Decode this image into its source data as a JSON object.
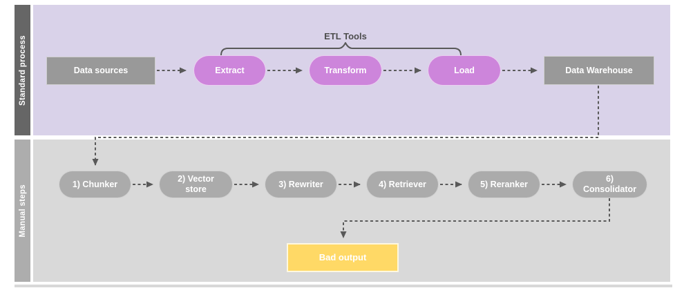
{
  "colors": {
    "canvas-bg": "#ffffff",
    "lane-standard-bg": "#d9d2e9",
    "lane-manual-bg": "#d9d9d9",
    "lane-standard-label-bg": "#666666",
    "lane-manual-label-bg": "#adadad",
    "lane-label-text": "#ffffff",
    "gray-box": "#999999",
    "magenta-pill": "#cd85db",
    "gray-pill": "#ababab",
    "yellow-box": "#ffd966",
    "node-text": "#ffffff",
    "connector": "#595959",
    "annotation-text": "#4d4d4d",
    "separator": "#d8d8d8"
  },
  "lanes": {
    "standard": {
      "label": "Standard process",
      "annotation": "ETL Tools",
      "nodes": [
        {
          "label": "Data sources"
        },
        {
          "label": "Extract"
        },
        {
          "label": "Transform"
        },
        {
          "label": "Load"
        },
        {
          "label": "Data Warehouse"
        }
      ]
    },
    "manual": {
      "label": "Manual steps",
      "steps": [
        {
          "label": "1) Chunker"
        },
        {
          "label": "2) Vector store"
        },
        {
          "label": "3) Rewriter"
        },
        {
          "label": "4) Retriever"
        },
        {
          "label": "5) Reranker"
        },
        {
          "label": "6) Consolidator"
        }
      ],
      "result": {
        "label": "Bad output"
      }
    }
  }
}
